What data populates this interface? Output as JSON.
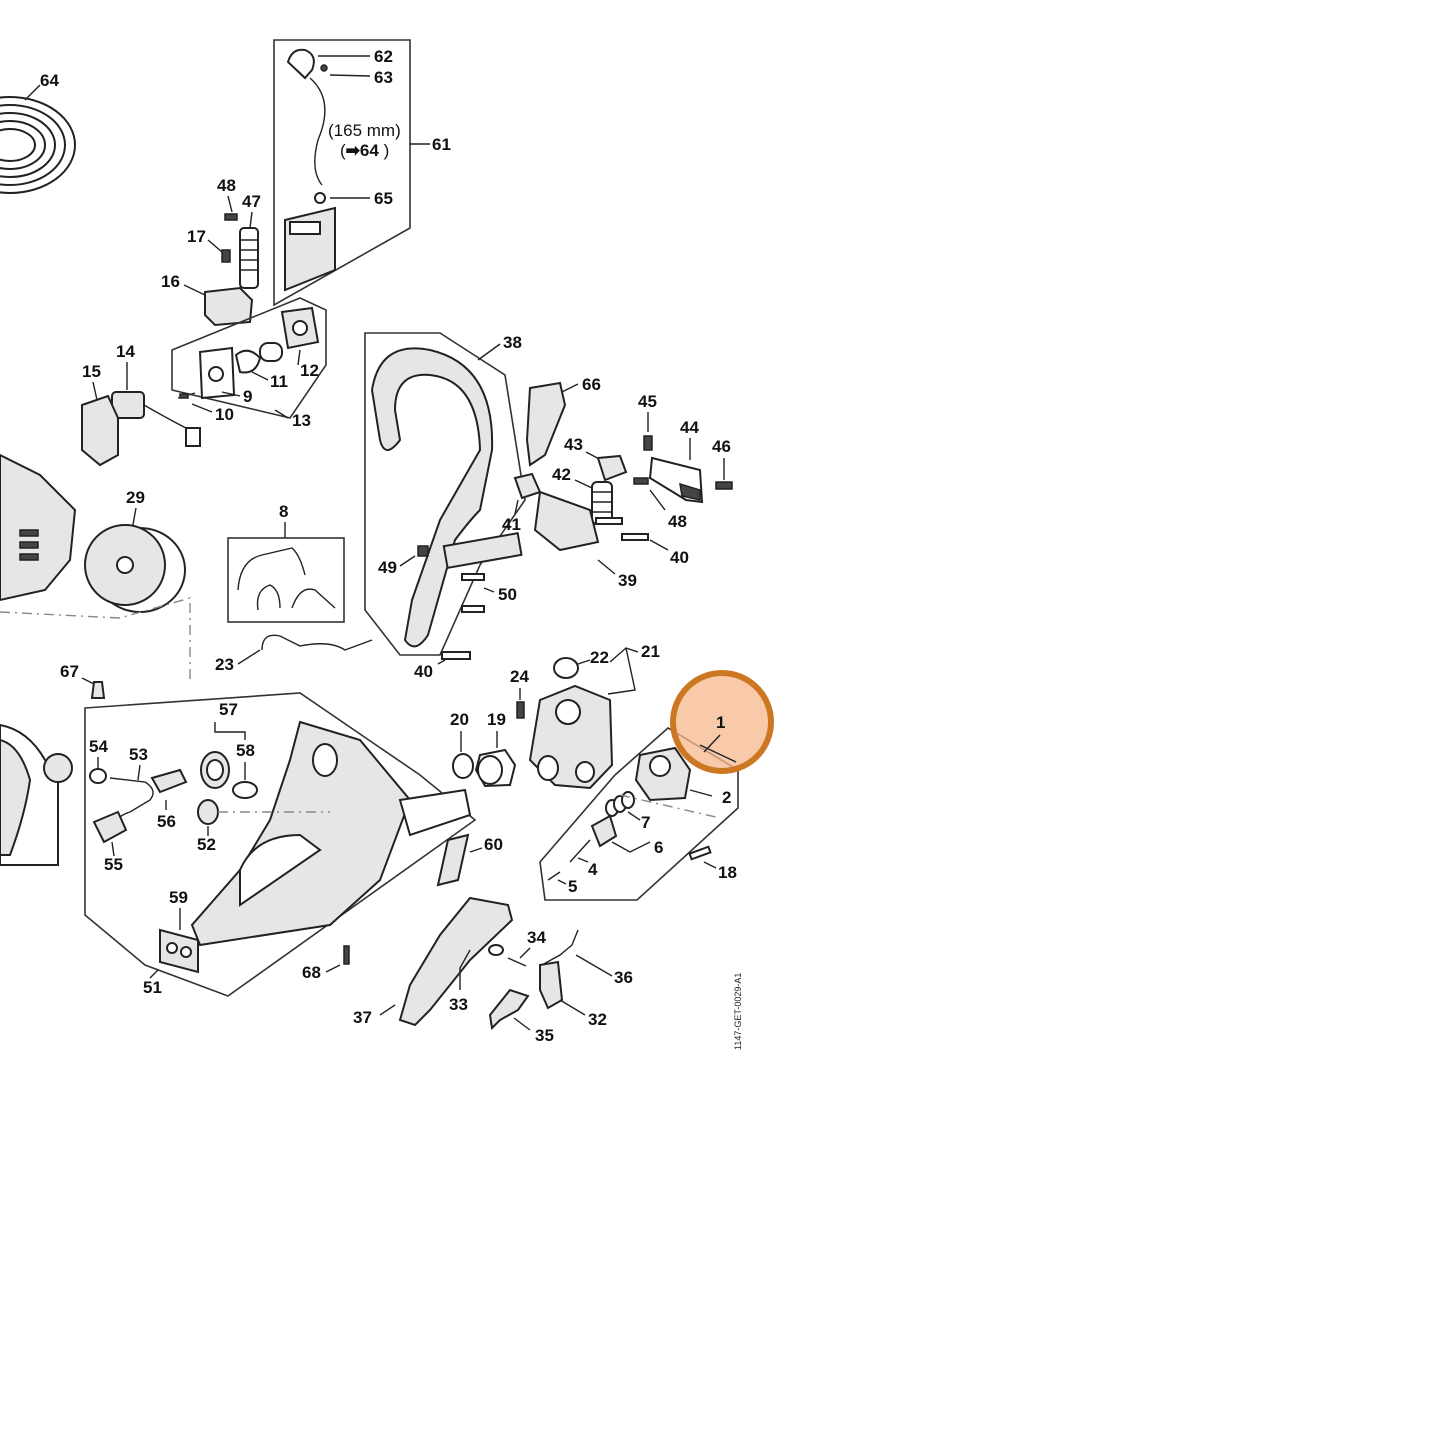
{
  "diagram": {
    "document_id": "1147-GET-0029-A1",
    "hose_note": {
      "length": "(165 mm)",
      "ref_prefix": "(",
      "ref_arrow": "➡",
      "ref_target": "64",
      "ref_suffix": " )"
    },
    "highlighted_callout": "1",
    "highlight_color": "#cc7722",
    "callouts": {
      "c1": "1",
      "c2": "2",
      "c4": "4",
      "c5": "5",
      "c6": "6",
      "c7": "7",
      "c8": "8",
      "c9": "9",
      "c10": "10",
      "c11": "11",
      "c12": "12",
      "c13": "13",
      "c14": "14",
      "c15": "15",
      "c16": "16",
      "c17": "17",
      "c18": "18",
      "c19": "19",
      "c20": "20",
      "c21": "21",
      "c22": "22",
      "c23": "23",
      "c24": "24",
      "c29": "29",
      "c32": "32",
      "c33": "33",
      "c34": "34",
      "c35": "35",
      "c36": "36",
      "c37": "37",
      "c38": "38",
      "c39": "39",
      "c40a": "40",
      "c40b": "40",
      "c41": "41",
      "c42": "42",
      "c43": "43",
      "c44": "44",
      "c45": "45",
      "c46": "46",
      "c47": "47",
      "c48a": "48",
      "c48b": "48",
      "c49": "49",
      "c50": "50",
      "c51": "51",
      "c52": "52",
      "c53": "53",
      "c54": "54",
      "c55": "55",
      "c56": "56",
      "c57": "57",
      "c58": "58",
      "c59": "59",
      "c60": "60",
      "c61": "61",
      "c62": "62",
      "c63": "63",
      "c64a": "64",
      "c65": "65",
      "c66": "66",
      "c67": "67",
      "c68": "68"
    }
  }
}
